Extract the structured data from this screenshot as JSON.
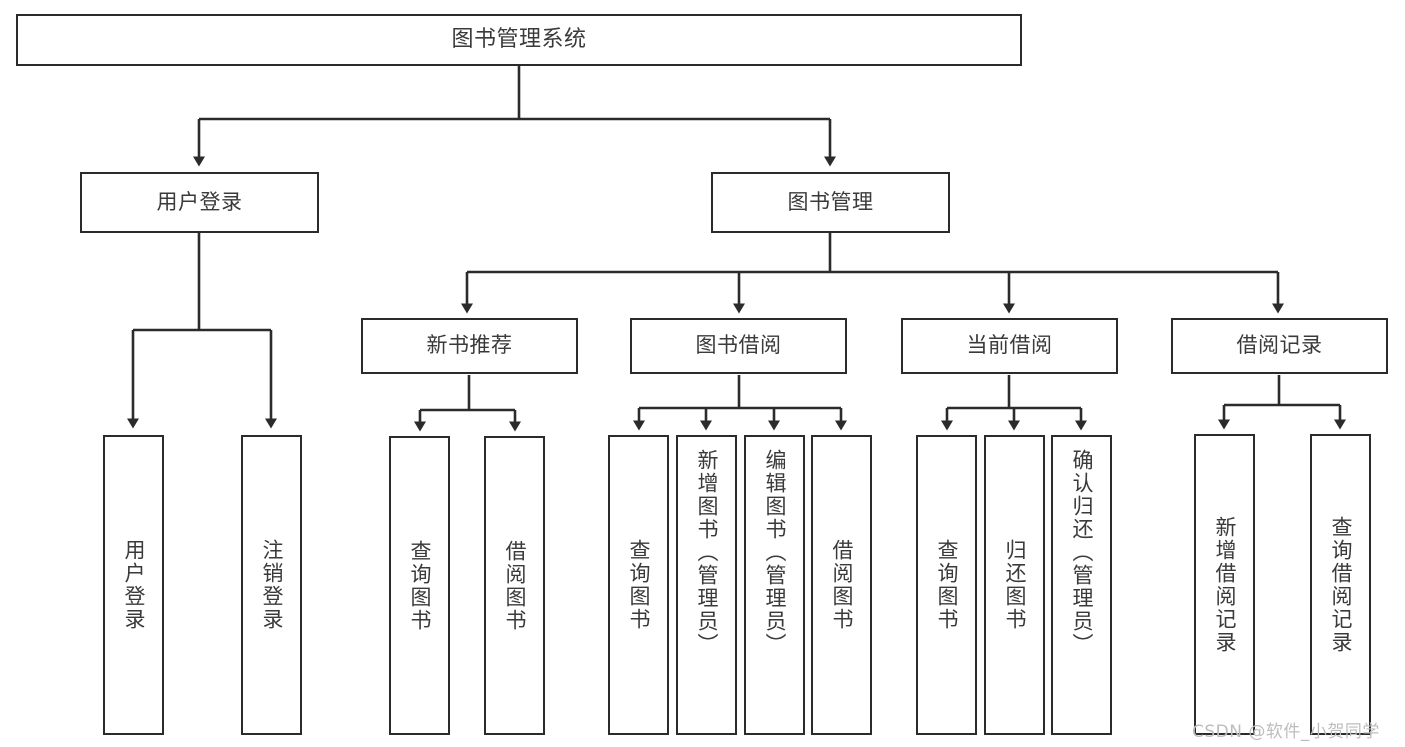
{
  "diagram": {
    "title": "图书管理系统",
    "stroke_color": "#2b2b2b",
    "text_color": "#3a3a3a",
    "background": "#ffffff",
    "watermark": "CSDN @软件_小贺同学",
    "nodes": {
      "root": {
        "label": "图书管理系统"
      },
      "branch": [
        {
          "label": "用户登录"
        },
        {
          "label": "图书管理"
        }
      ],
      "sub_branch": [
        {
          "label": "新书推荐"
        },
        {
          "label": "图书借阅"
        },
        {
          "label": "当前借阅"
        },
        {
          "label": "借阅记录"
        }
      ],
      "leaves": {
        "user_login": [
          {
            "label": "用户登录"
          },
          {
            "label": "注销登录"
          }
        ],
        "new_book": [
          {
            "label": "查询图书"
          },
          {
            "label": "借阅图书"
          }
        ],
        "book_borrow": [
          {
            "label": "查询图书"
          },
          {
            "label": "新增图书（管理员）"
          },
          {
            "label": "编辑图书（管理员）"
          },
          {
            "label": "借阅图书"
          }
        ],
        "current_borrow": [
          {
            "label": "查询图书"
          },
          {
            "label": "归还图书"
          },
          {
            "label": "确认归还（管理员）"
          }
        ],
        "borrow_record": [
          {
            "label": "新增借阅记录"
          },
          {
            "label": "查询借阅记录"
          }
        ]
      }
    }
  }
}
